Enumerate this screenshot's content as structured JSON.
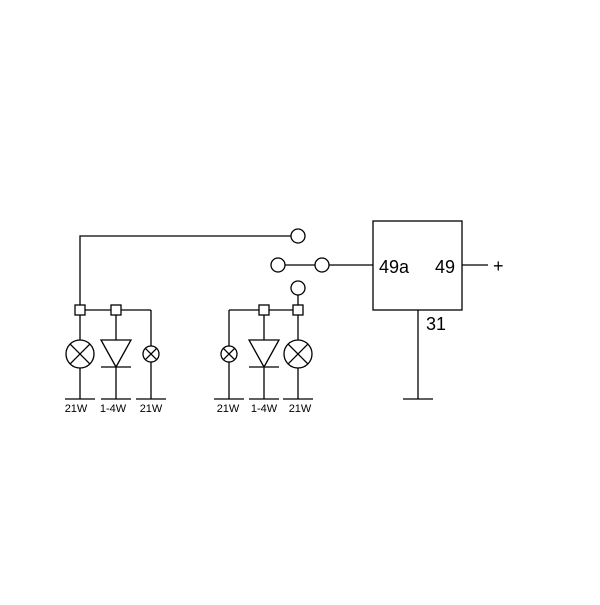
{
  "relay": {
    "terminal_out": "49a",
    "terminal_in": "49",
    "terminal_ground": "31",
    "supply": "+"
  },
  "left_group": {
    "lamp1": "21W",
    "indicator": "1-4W",
    "lamp2": "21W"
  },
  "right_group": {
    "lamp1": "21W",
    "indicator": "1-4W",
    "lamp2": "21W"
  }
}
